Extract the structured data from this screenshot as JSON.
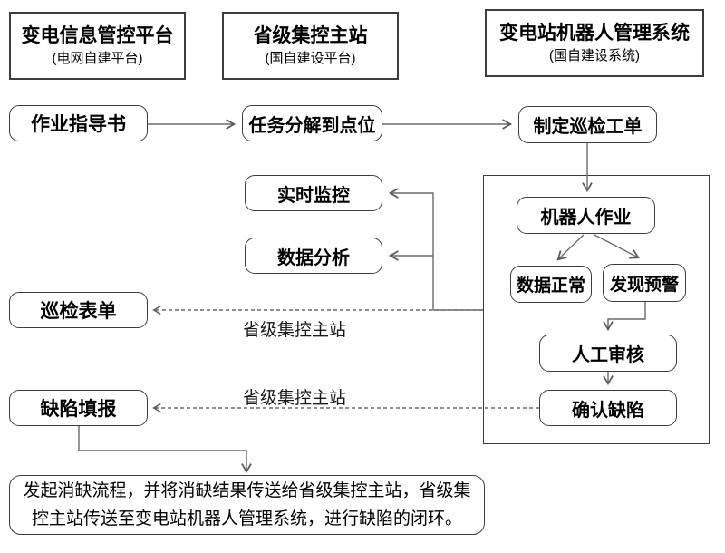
{
  "colors": {
    "background": "#ffffff",
    "border": "#3c3c3c",
    "line": "#6a6a6a",
    "dashed_line": "#4a4a4a",
    "text": "#000000"
  },
  "headers": [
    {
      "title": "变电信息管控平台",
      "subtitle": "(电网自建平台)"
    },
    {
      "title": "省级集控主站",
      "subtitle": "(国自建设平台)"
    },
    {
      "title": "变电站机器人管理系统",
      "subtitle": "(国自建设系统)"
    }
  ],
  "nodes": {
    "work_guide": "作业指导书",
    "task_decompose": "任务分解到点位",
    "create_work_order": "制定巡检工单",
    "realtime_monitor": "实时监控",
    "data_analysis": "数据分析",
    "inspection_form": "巡检表单",
    "defect_report": "缺陷填报",
    "robot_operation": "机器人作业",
    "data_normal": "数据正常",
    "alert_found": "发现预警",
    "manual_review": "人工审核",
    "confirm_defect": "确认缺陷"
  },
  "edge_labels": {
    "to_inspection_form": "省级集控主站",
    "to_defect_report": "省级集控主站"
  },
  "footer_note": "发起消缺流程，并将消缺结果传送给省级集控主站，省级集控主站传送至变电站机器人管理系统，进行缺陷的闭环。"
}
